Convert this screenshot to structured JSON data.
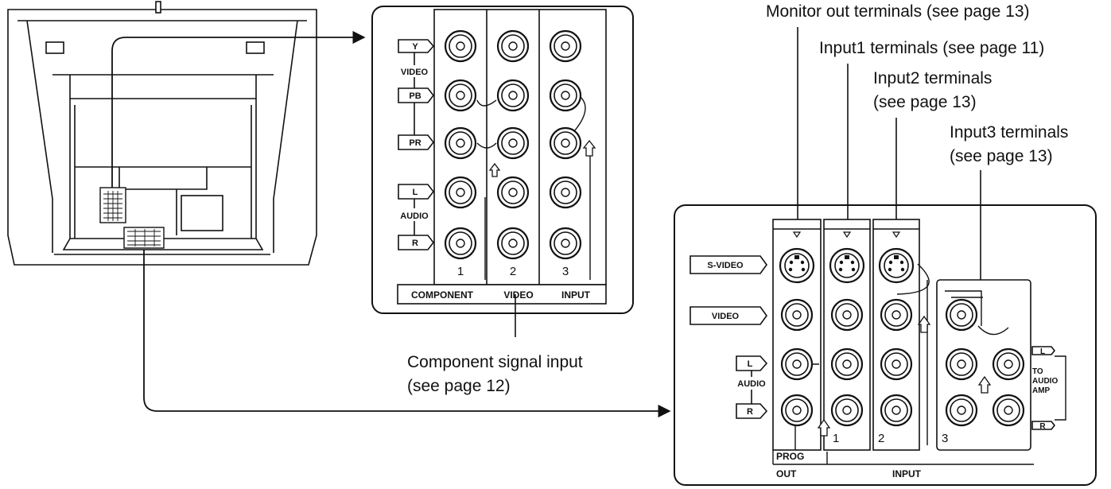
{
  "callouts": {
    "monitor_out": "Monitor out terminals (see page 13)",
    "input1": "Input1 terminals (see page 11)",
    "input2_line1": "Input2 terminals",
    "input2_line2": "(see page 13)",
    "input3_line1": "Input3 terminals",
    "input3_line2": "(see page 13)",
    "component_line1": "Component signal input",
    "component_line2": "(see page 12)"
  },
  "component_panel": {
    "tags": {
      "y": "Y",
      "pb": "PB",
      "pr": "PR",
      "l": "L",
      "r": "R"
    },
    "group_video": "VIDEO",
    "group_audio": "AUDIO",
    "column_numbers": [
      "1",
      "2",
      "3"
    ],
    "footer": {
      "component": "COMPONENT",
      "video": "VIDEO",
      "input": "INPUT"
    }
  },
  "terminal_panel": {
    "tags": {
      "s_video": "S-VIDEO",
      "video": "VIDEO",
      "l": "L",
      "r": "R",
      "out_l": "L",
      "out_r": "R"
    },
    "group_audio": "AUDIO",
    "column_numbers": [
      "1",
      "2",
      "3"
    ],
    "proc_label": "PROG",
    "out_label": "OUT",
    "input_label": "INPUT",
    "to_audio_amp": [
      "TO",
      "AUDIO",
      "AMP"
    ]
  }
}
